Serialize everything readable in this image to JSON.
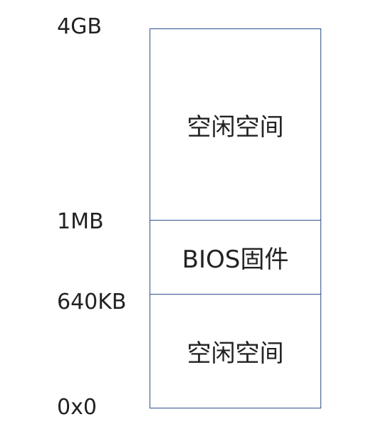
{
  "address_labels": {
    "top": "4GB",
    "mb1": "1MB",
    "kb640": "640KB",
    "zero": "0x0"
  },
  "regions": {
    "high_free": "空闲空间",
    "bios": "BIOS固件",
    "low_free": "空闲空间"
  },
  "colors": {
    "border": "#2f4f8f",
    "text": "#222222",
    "background": "#ffffff"
  }
}
